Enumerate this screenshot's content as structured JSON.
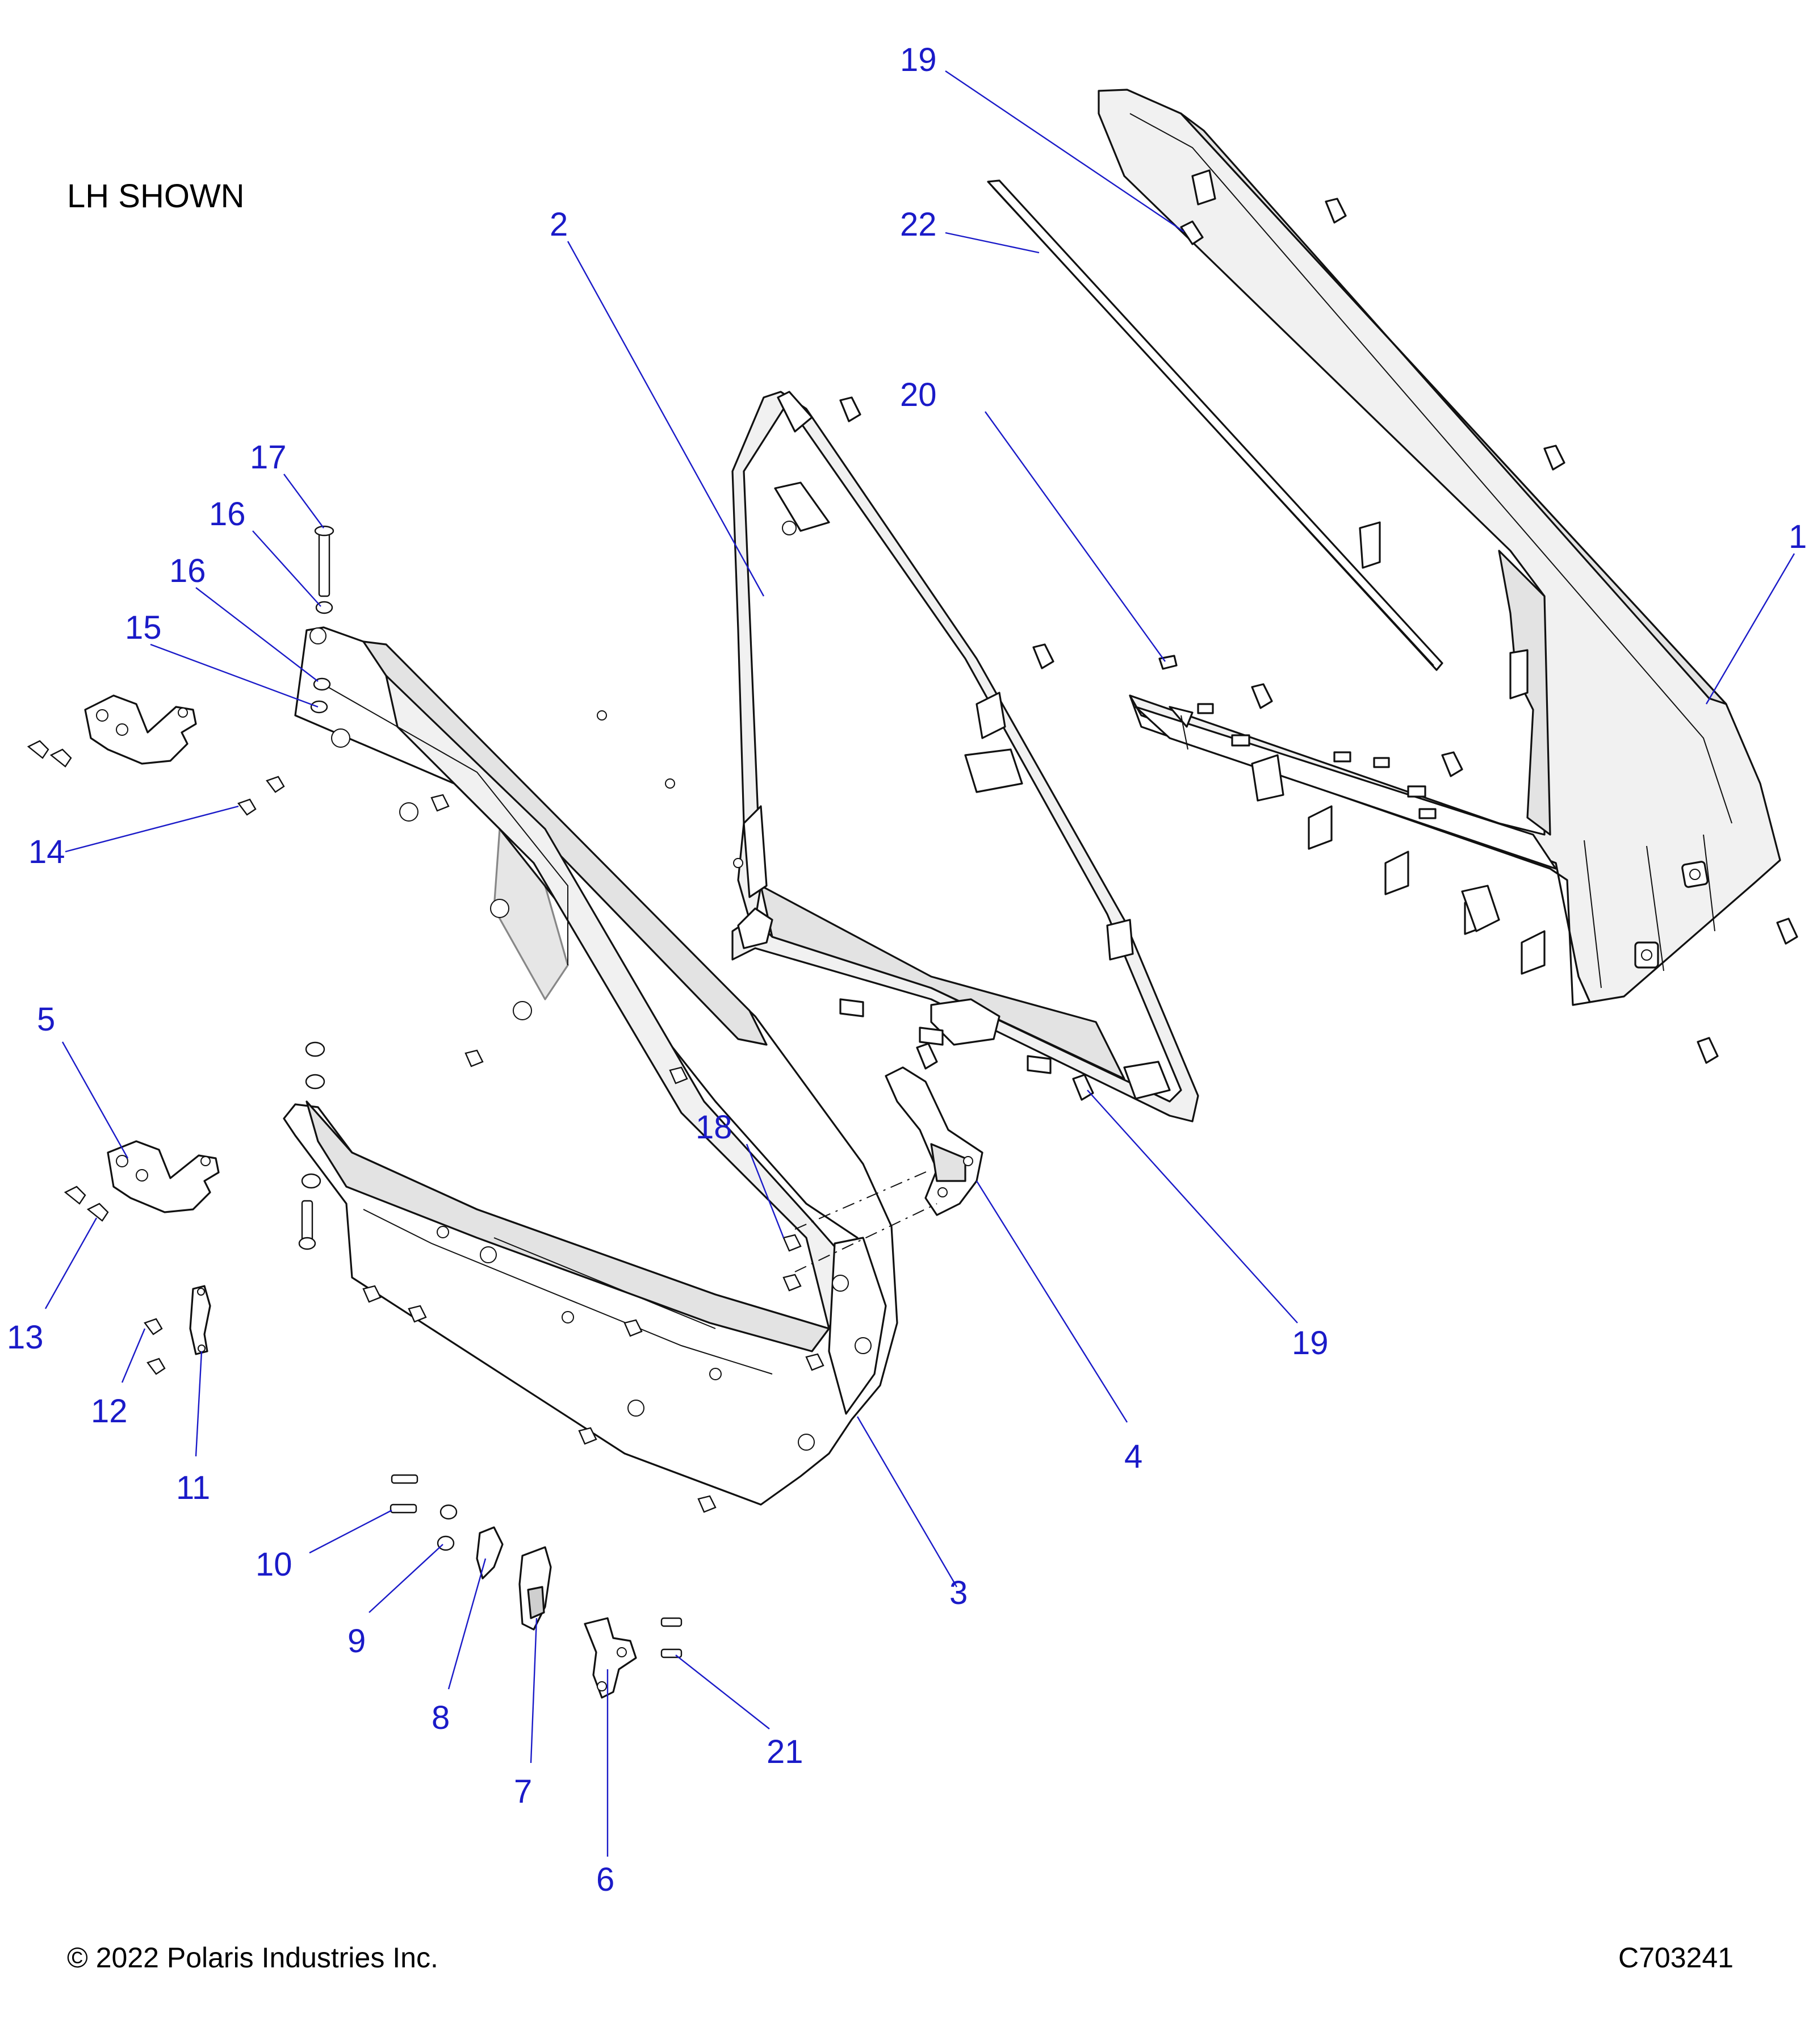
{
  "title_note": "LH SHOWN",
  "copyright": "© 2022 Polaris Industries Inc.",
  "diagram_id": "C703241",
  "colors": {
    "callout": "#1a1ac8",
    "line": "#111111"
  },
  "callouts": {
    "c1": "1",
    "c2": "2",
    "c3": "3",
    "c4": "4",
    "c5": "5",
    "c6": "6",
    "c7": "7",
    "c8": "8",
    "c9": "9",
    "c10": "10",
    "c11": "11",
    "c12": "12",
    "c13": "13",
    "c14": "14",
    "c15": "15",
    "c16a": "16",
    "c16b": "16",
    "c17": "17",
    "c18": "18",
    "c19a": "19",
    "c19b": "19",
    "c20": "20",
    "c21": "21",
    "c22": "22"
  }
}
